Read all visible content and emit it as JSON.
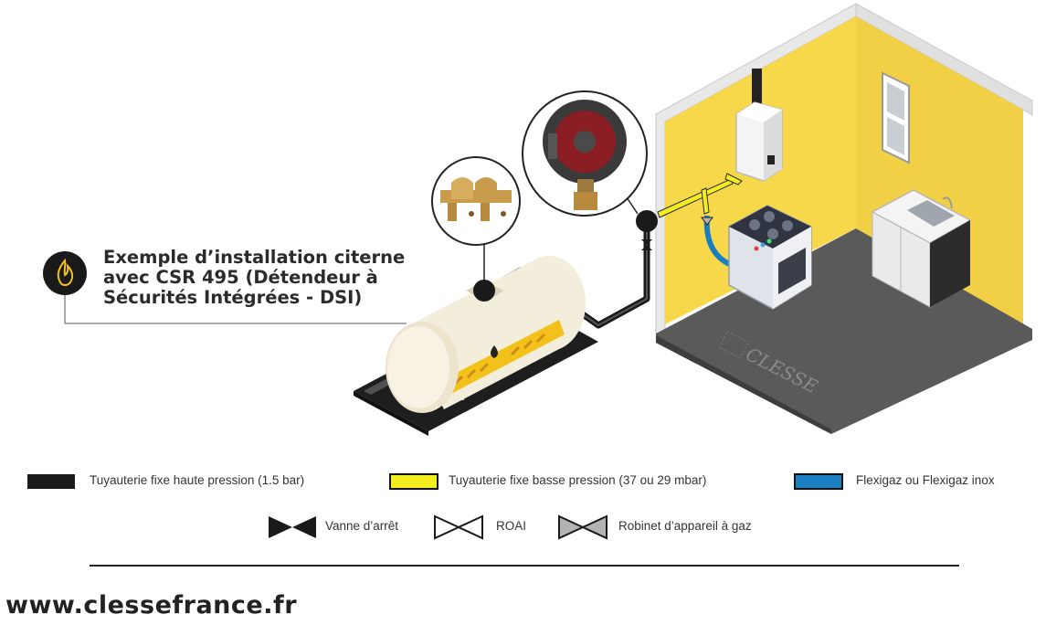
{
  "title": {
    "line1": "Exemple d’installation citerne",
    "line2": "avec CSR 495 (Détendeur à",
    "line3": "Sécurités Intégrées - DSI)"
  },
  "watermark": "CLESSE",
  "legend": {
    "pipes": [
      {
        "label": "Tuyauterie fixe haute pression (1.5 bar)",
        "color": "#1a1a1a"
      },
      {
        "label": "Tuyauterie fixe basse pression (37 ou 29 mbar)",
        "color": "#f4ee1e"
      },
      {
        "label": "Flexigaz ou Flexigaz inox",
        "color": "#1a7fc1"
      }
    ],
    "valves": [
      {
        "label": "Vanne d’arrêt",
        "fill": "#1a1a1a"
      },
      {
        "label": "ROAI",
        "fill": "#ffffff"
      },
      {
        "label": "Robinet d’appareil à gaz",
        "fill": "#b3b3b3"
      }
    ]
  },
  "website": "www.clessefrance.fr",
  "colors": {
    "wall_yellow": "#f7d84a",
    "wall_dark_yellow": "#e9c43a",
    "floor": "#595959",
    "tank_cream": "#f3eddc",
    "tank_stripe": "#f2c21b",
    "slab": "#2b2b2b",
    "icon_badge": "#1a1a1a",
    "flame": "#f2c21b"
  },
  "icons": [
    "flame-icon",
    "gas-regulator-icon",
    "safety-valve-icon",
    "boiler-icon",
    "stove-icon",
    "sink-icon",
    "window-icon"
  ]
}
